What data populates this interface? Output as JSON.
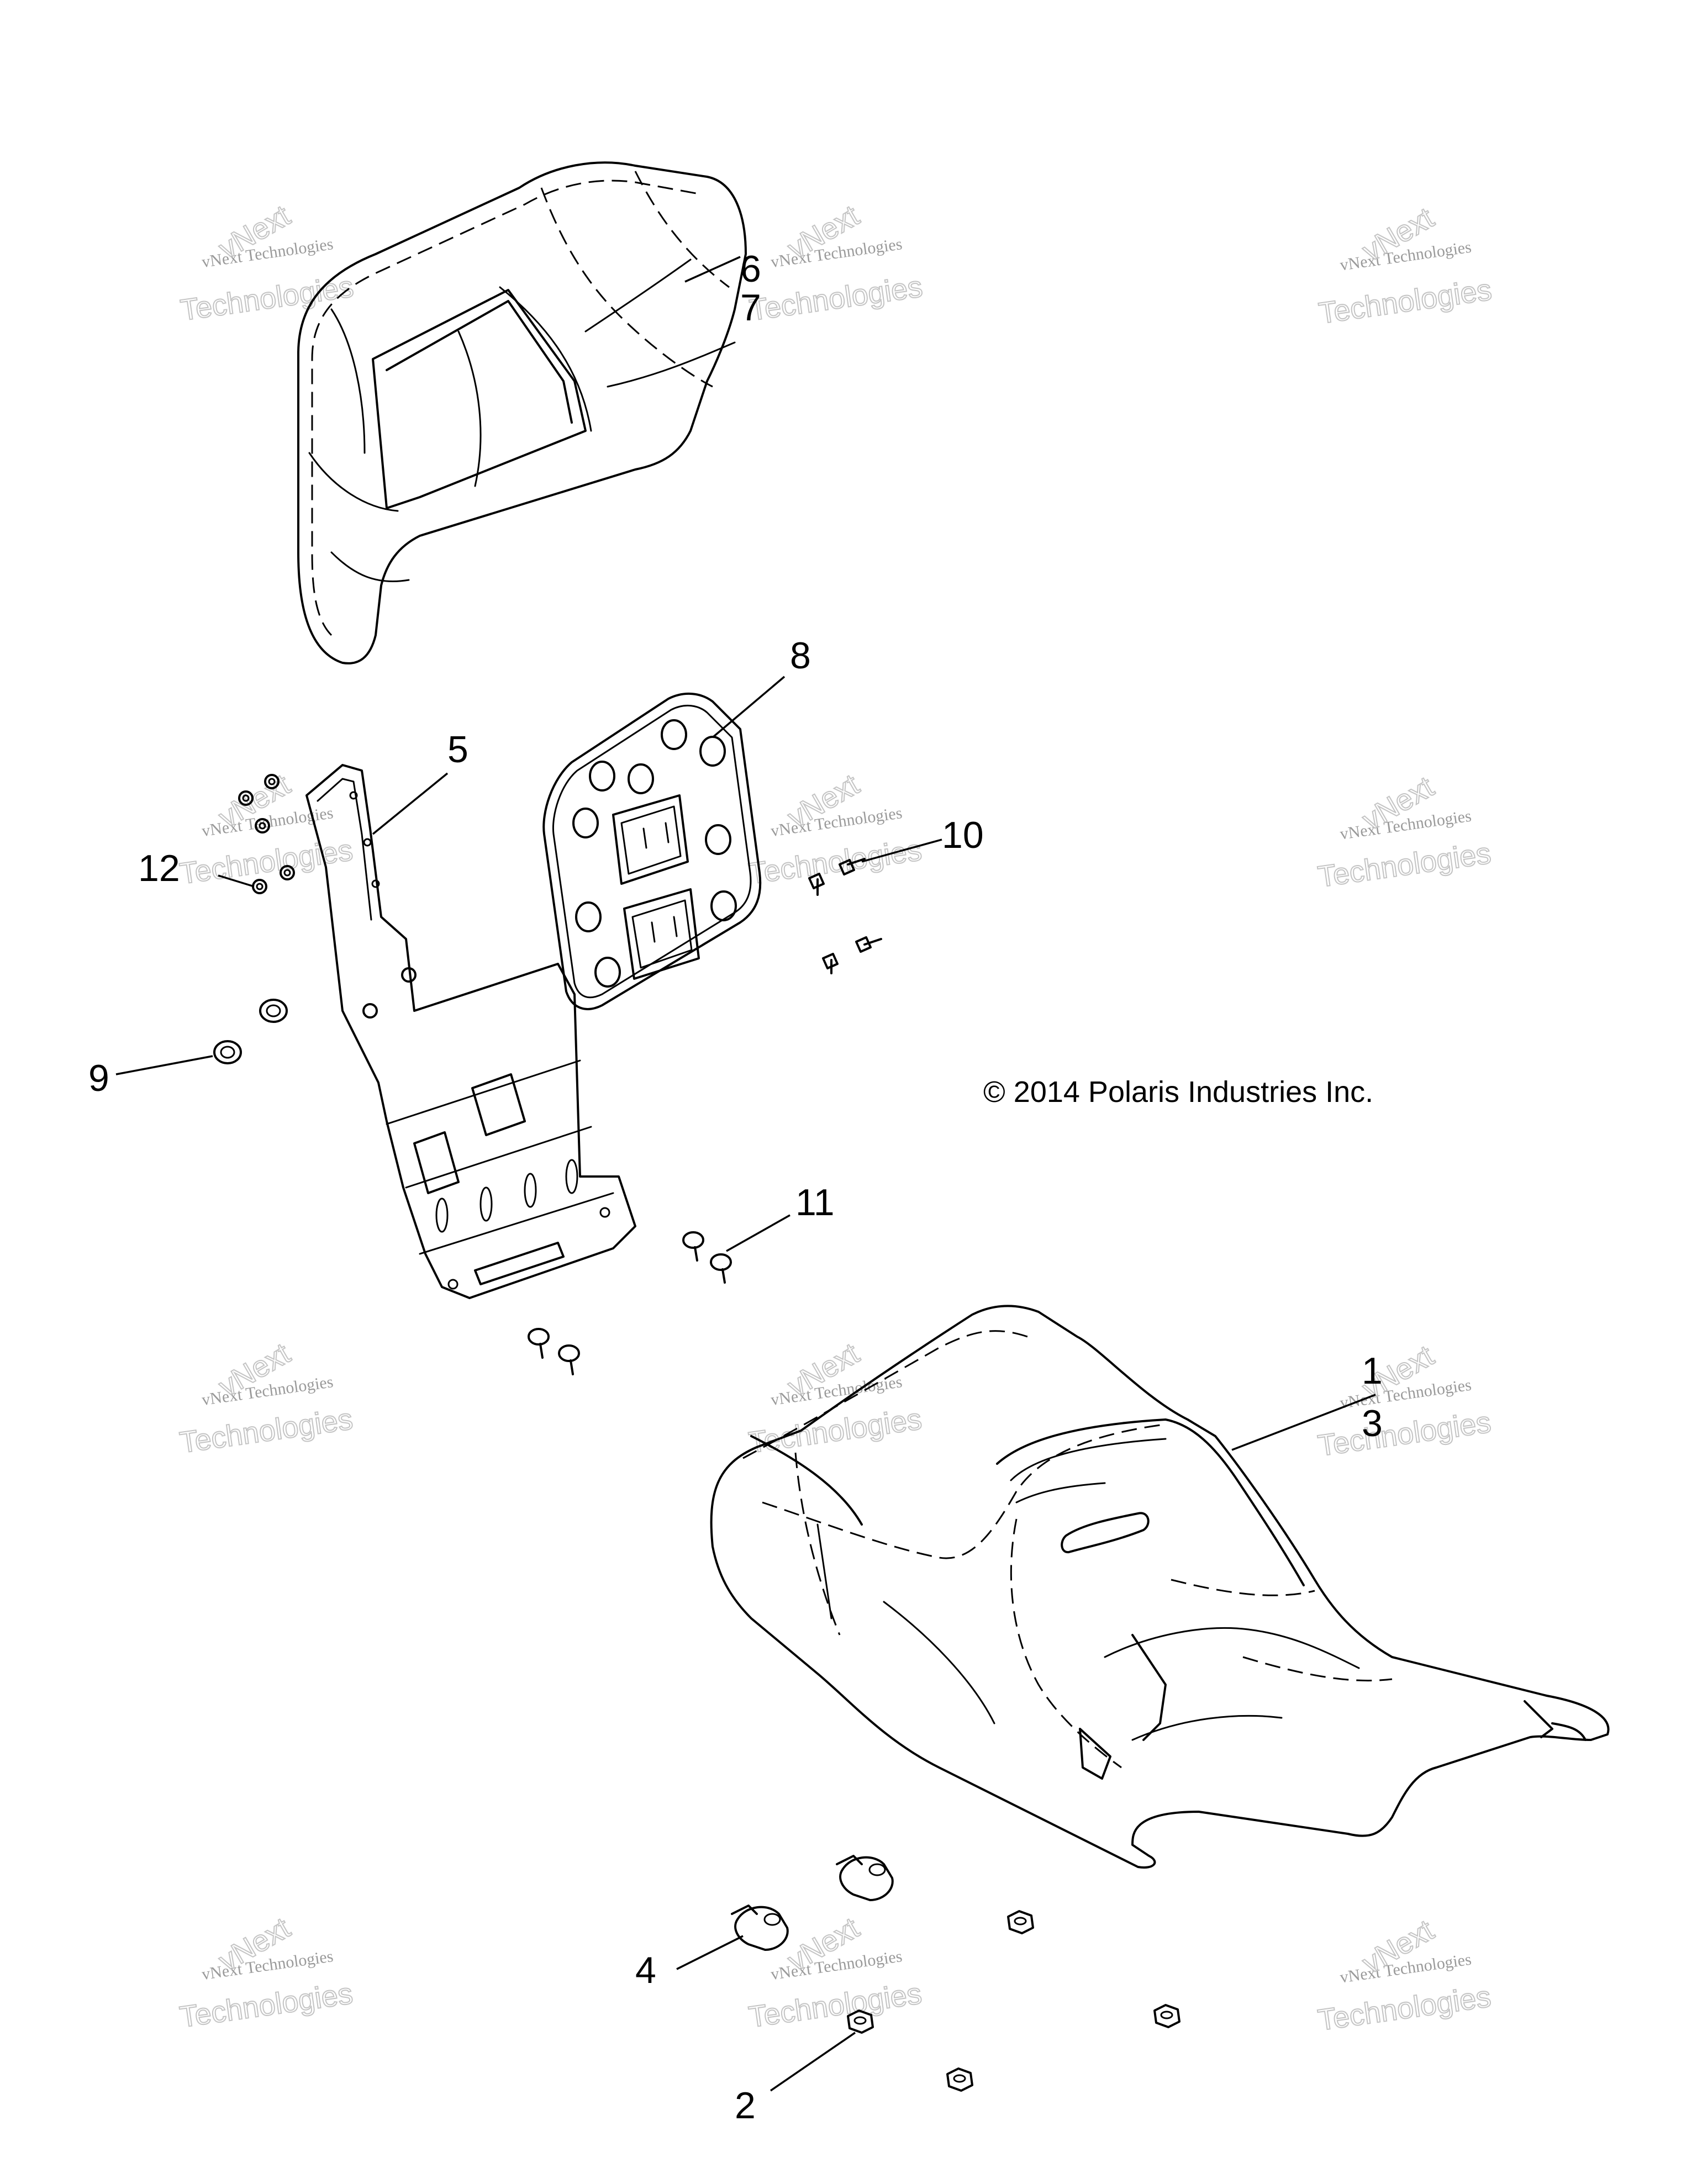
{
  "copyright": "© 2014 Polaris Industries Inc.",
  "watermark": {
    "line1": "vNext Technologies",
    "line2": "Technologies",
    "arc": "vNext",
    "color": "#9a9a9a"
  },
  "callouts": {
    "c1": "1",
    "c2": "2",
    "c3": "3",
    "c4": "4",
    "c5": "5",
    "c6": "6",
    "c7": "7",
    "c8": "8",
    "c9": "9",
    "c10": "10",
    "c11": "11",
    "c12": "12"
  }
}
